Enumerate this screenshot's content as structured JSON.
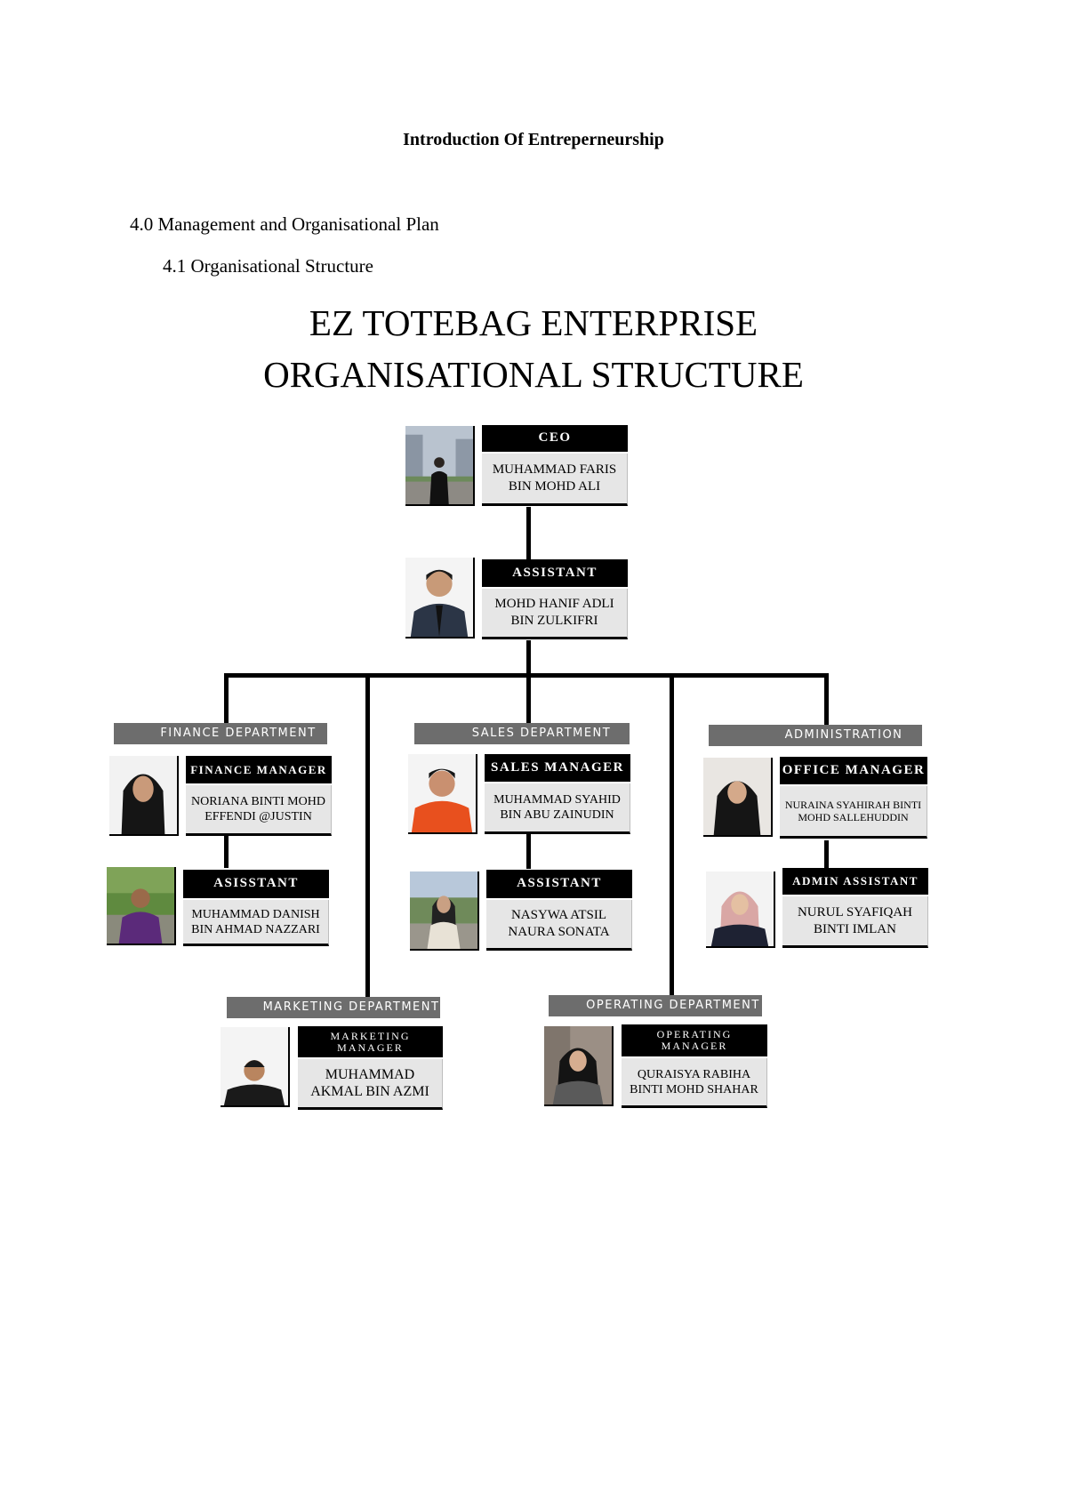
{
  "header": {
    "title": "Introduction Of Entreperneurship"
  },
  "sections": {
    "s40": "4.0 Management and Organisational Plan",
    "s41": "4.1 Organisational Structure"
  },
  "chart": {
    "title_line1": "EZ TOTEBAG ENTERPRISE",
    "title_line2": "ORGANISATIONAL STRUCTURE"
  },
  "departments": {
    "finance": "FINANCE DEPARTMENT",
    "sales": "SALES DEPARTMENT",
    "administration": "ADMINISTRATION",
    "marketing": "MARKETING DEPARTMENT",
    "operating": "OPERATING DEPARTMENT"
  },
  "people": {
    "ceo": {
      "role": "CEO",
      "name": "MUHAMMAD FARIS BIN MOHD ALI"
    },
    "assistant_ceo": {
      "role": "ASSISTANT",
      "name": "MOHD HANIF ADLI BIN ZULKIFRI"
    },
    "finance_manager": {
      "role": "FINANCE MANAGER",
      "name": "NORIANA BINTI MOHD EFFENDI @JUSTIN"
    },
    "finance_assistant": {
      "role": "ASISSTANT",
      "name": "MUHAMMAD DANISH BIN AHMAD NAZZARI"
    },
    "sales_manager": {
      "role": "SALES MANAGER",
      "name": "MUHAMMAD SYAHID BIN ABU ZAINUDIN"
    },
    "sales_assistant": {
      "role": "ASSISTANT",
      "name": "NASYWA ATSIL NAURA SONATA"
    },
    "office_manager": {
      "role": "OFFICE MANAGER",
      "name": "NURAINA SYAHIRAH BINTI MOHD SALLEHUDDIN"
    },
    "admin_assistant": {
      "role": "ADMIN ASSISTANT",
      "name": "NURUL SYAFIQAH BINTI IMLAN"
    },
    "marketing_manager": {
      "role": "MARKETING MANAGER",
      "name": "MUHAMMAD AKMAL BIN AZMI"
    },
    "operating_manager": {
      "role": "OPERATING MANAGER",
      "name": "QURAISYA RABIHA BINTI MOHD SHAHAR"
    }
  }
}
